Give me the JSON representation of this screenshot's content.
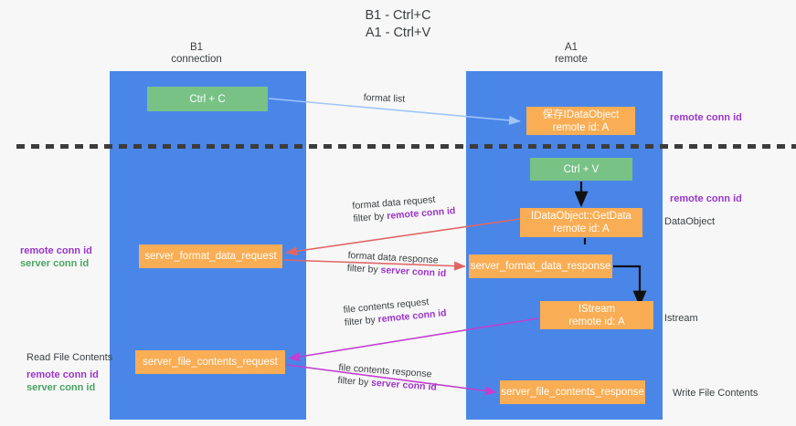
{
  "title": "B1 - Ctrl+C\nA1 - Ctrl+V",
  "columns": {
    "left": {
      "header": "B1\nconnection"
    },
    "right": {
      "header": "A1\nremote"
    }
  },
  "boxes": {
    "ctrl_c": "Ctrl + C",
    "save_idataobject": "保存IDataObject\nremote id: A",
    "ctrl_v": "Ctrl + V",
    "idataobject_getdata": "IDataObject::GetData\nremote id: A",
    "server_format_data_request": "server_format_data_request",
    "server_format_data_response": "server_format_data_response",
    "istream": "IStream\nremote id: A",
    "server_file_contents_request": "server_file_contents_request",
    "server_file_contents_response": "server_file_contents_response"
  },
  "edges": {
    "format_list": {
      "line1": "format list",
      "line2": ""
    },
    "format_data_request": {
      "line1": "format data request",
      "line2_prefix": "filter by ",
      "line2_key": "remote conn id"
    },
    "format_data_response": {
      "line1": "format data response",
      "line2_prefix": "filter by ",
      "line2_key": "server conn id"
    },
    "file_contents_request": {
      "line1": "file contents request",
      "line2_prefix": "filter by ",
      "line2_key": "remote conn id"
    },
    "file_contents_response": {
      "line1": "file contents response",
      "line2_prefix": "filter by ",
      "line2_key": "server conn id"
    }
  },
  "annotations": {
    "remote_conn_id_top": "remote conn id",
    "remote_conn_id_mid": "remote conn id",
    "dataobject": "DataObject",
    "istream": "Istream",
    "write_file_contents": "Write File Contents",
    "read_file_contents": "Read File Contents",
    "left_mid_remote": "remote conn id",
    "left_mid_server": "server conn id",
    "left_bot_remote": "remote conn id",
    "left_bot_server": "server conn id"
  },
  "colors": {
    "lane": "#4a86e8",
    "box_green": "#78c286",
    "box_orange": "#f9ad54",
    "accent_purple": "#9b35c9",
    "accent_green": "#4aa564",
    "arrow_blue": "#9fc5f8",
    "arrow_red": "#e06666",
    "arrow_magenta": "#c23fd0",
    "arrow_black": "#111111",
    "divider": "#3c3c3c",
    "background": "#f7f7f7"
  }
}
